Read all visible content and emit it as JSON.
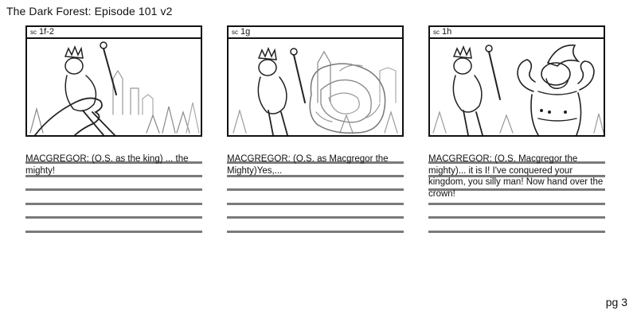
{
  "document": {
    "title": "The Dark Forest: Episode 101 v2",
    "page_number": "pg 3"
  },
  "panels": [
    {
      "scene_prefix": "sc",
      "scene_id": "1f-2",
      "caption": "MACGREGOR: (O.S. as the king) ... the mighty!"
    },
    {
      "scene_prefix": "sc",
      "scene_id": "1g",
      "caption": "MACGREGOR: (O.S. as Macgregor the Mighty)Yes,..."
    },
    {
      "scene_prefix": "sc",
      "scene_id": "1h",
      "caption": "MACGREGOR: (O.S. Macgregor the mighty)... it is I! I've conquered your kingdom, you silly man! Now hand over the crown!"
    }
  ]
}
